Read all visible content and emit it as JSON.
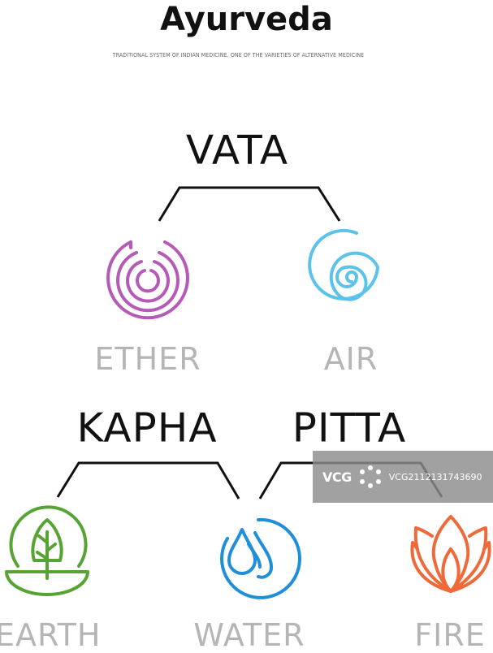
{
  "title": "Ayurveda",
  "subtitle": "TRADITIONAL SYSTEM OF INDIAN MEDICINE. ONE OF THE VARIETIES OF ALTERNATIVE MEDICINE",
  "doshas": {
    "vata": "VATA",
    "kapha": "KAPHA",
    "pitta": "PITTA"
  },
  "elements": {
    "ether": "ETHER",
    "air": "AIR",
    "earth": "EARTH",
    "water": "WATER",
    "fire": "FIRE"
  },
  "watermark": {
    "logo": "VCG",
    "id": "VCG2112131743690"
  },
  "colors": {
    "ether": "#b65ab8",
    "air": "#5bc3ea",
    "earth": "#57a333",
    "water": "#1e8fd8",
    "fire": "#ee6a3a",
    "line": "#111111",
    "label_gray": "#b5b5b5"
  },
  "icons": {
    "ether": "concentric-arcs-icon",
    "air": "spiral-icon",
    "earth": "tree-in-bowl-icon",
    "water": "water-drop-icon",
    "fire": "lotus-flame-icon"
  }
}
